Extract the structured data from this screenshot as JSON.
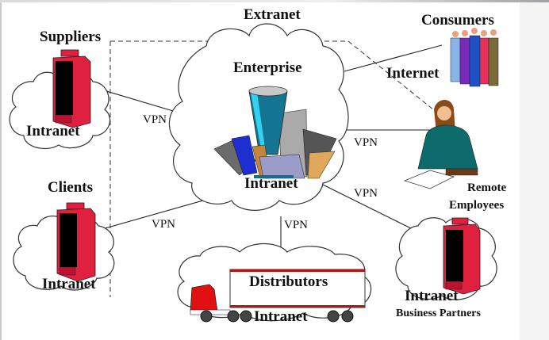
{
  "diagram": {
    "title": "Extranet",
    "center": {
      "name": "Enterprise",
      "network": "Intranet"
    },
    "nodes": [
      {
        "id": "suppliers",
        "label": "Suppliers",
        "network": "Intranet"
      },
      {
        "id": "clients",
        "label": "Clients",
        "network": "Intranet"
      },
      {
        "id": "distributors",
        "label": "Distributors",
        "network": "Intranet"
      },
      {
        "id": "business-partners",
        "label": "Business Partners",
        "network": "Intranet"
      },
      {
        "id": "consumers",
        "label": "Consumers",
        "network": "Internet"
      },
      {
        "id": "remote-employees",
        "label_line1": "Remote",
        "label_line2": "Employees"
      }
    ],
    "connections": [
      {
        "from": "suppliers",
        "to": "enterprise",
        "label": "VPN"
      },
      {
        "from": "clients",
        "to": "enterprise",
        "label": "VPN"
      },
      {
        "from": "distributors",
        "to": "enterprise",
        "label": "VPN"
      },
      {
        "from": "business-partners",
        "to": "enterprise",
        "label": "VPN"
      },
      {
        "from": "remote-employees",
        "to": "enterprise",
        "label": "VPN"
      },
      {
        "from": "consumers",
        "to": "enterprise",
        "label": "Internet"
      }
    ],
    "colors": {
      "building": "#e0203f",
      "building_window": "#000000",
      "truck_cab": "#e01010",
      "employee_jacket": "#0e6b6b"
    }
  }
}
